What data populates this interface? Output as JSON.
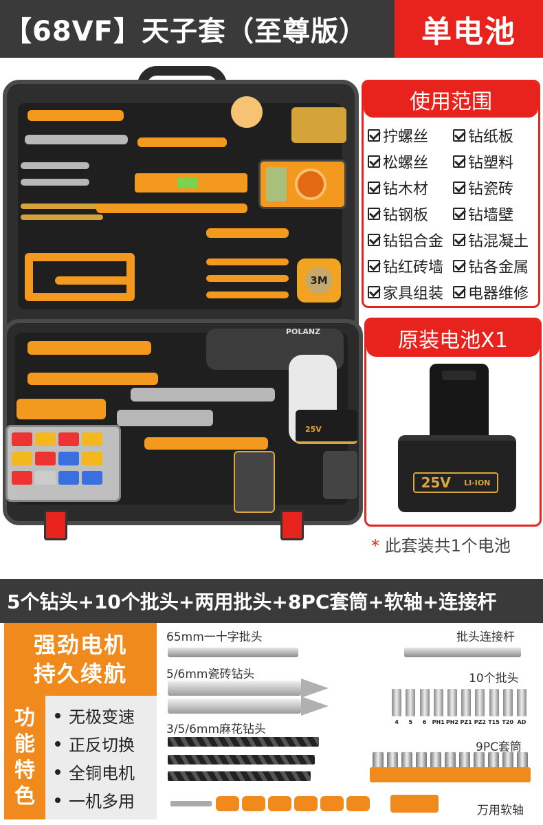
{
  "header": {
    "title": "【68VF】天子套（至尊版）",
    "badge": "单电池"
  },
  "toolbox": {
    "brand": "POLANZ",
    "tape_label": "3M",
    "voltage_label": "25V"
  },
  "usage": {
    "title": "使用范围",
    "items": [
      "拧螺丝",
      "钻纸板",
      "松螺丝",
      "钻塑料",
      "钻木材",
      "钻瓷砖",
      "钻钢板",
      "钻墙壁",
      "钻铝合金",
      "钻混凝土",
      "钻红砖墙",
      "钻各金属",
      "家具组装",
      "电器维修"
    ]
  },
  "battery": {
    "title": "原装电池X1",
    "voltage": "25V",
    "chem": "LI-ION",
    "note": "此套装共1个电池"
  },
  "accessories": {
    "banner": "5个钻头+10个批头+两用批头+8PC套筒+软轴+连接杆",
    "labels": {
      "cross_bit": "65mm一十字批头",
      "tile_bits": "5/6mm瓷砖钻头",
      "twist_bits": "3/5/6mm麻花钻头",
      "extension": "批头连接杆",
      "ten_bits": "10个批头",
      "sockets": "9PC套筒",
      "flex_shaft": "万用软轴"
    },
    "bit_tags": [
      "4",
      "5",
      "6",
      "PH1",
      "PH2",
      "PZ1",
      "PZ2",
      "T15",
      "T20",
      "AD"
    ]
  },
  "motor": {
    "line1": "强劲电机",
    "line2": "持久续航"
  },
  "features": {
    "label_chars": [
      "功",
      "能",
      "特",
      "色"
    ],
    "items": [
      "无极变速",
      "正反切换",
      "全铜电机",
      "一机多用"
    ]
  }
}
